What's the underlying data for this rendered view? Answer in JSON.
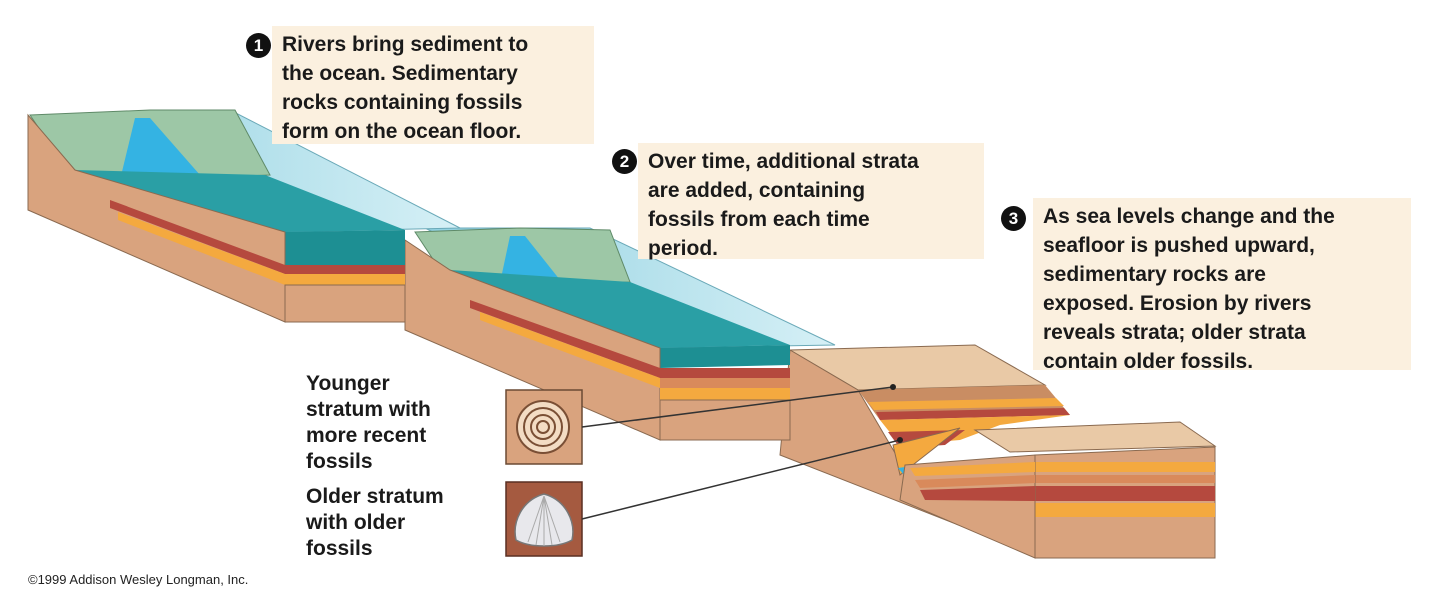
{
  "steps": [
    {
      "number": "1",
      "text": "Rivers bring sediment to\nthe ocean. Sedimentary\nrocks containing fossils\nform on the ocean floor."
    },
    {
      "number": "2",
      "text": "Over time, additional strata\nare added, containing\nfossils from each time\nperiod."
    },
    {
      "number": "3",
      "text": "As sea levels change and the\nseafloor is pushed upward,\nsedimentary rocks are\nexposed. Erosion by rivers\nreveals strata; older strata\ncontain older fossils."
    }
  ],
  "fossil_labels": {
    "younger": "Younger\nstratum with\nmore recent\nfossils",
    "older": "Older stratum\nwith older\nfossils"
  },
  "copyright": "©1999 Addison Wesley Longman, Inc.",
  "colors": {
    "ocean": "#2a9fa5",
    "ocean_top": "#bfe6ee",
    "river": "#34b3e3",
    "land": "#9dc7a6",
    "rock": "#d9a37e",
    "stratum_orange": "#f4a93f",
    "stratum_red": "#b5493e",
    "callout_bg": "#fbf0df"
  }
}
